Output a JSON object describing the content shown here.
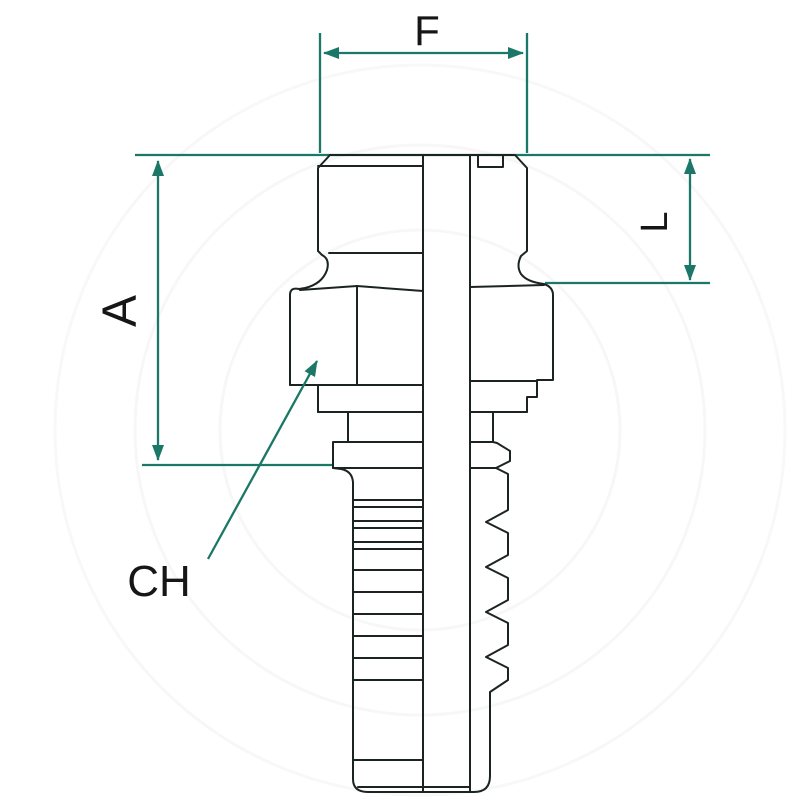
{
  "diagram": {
    "labels": {
      "f": "F",
      "a": "A",
      "l": "L",
      "ch": "CH"
    },
    "colors": {
      "dimension_line": "#1b7767",
      "body_fill": "#90b0ad",
      "section_fill": "#c5d2cf",
      "outline": "#1c2422",
      "label_text": "#161616",
      "background": "#ffffff"
    }
  }
}
